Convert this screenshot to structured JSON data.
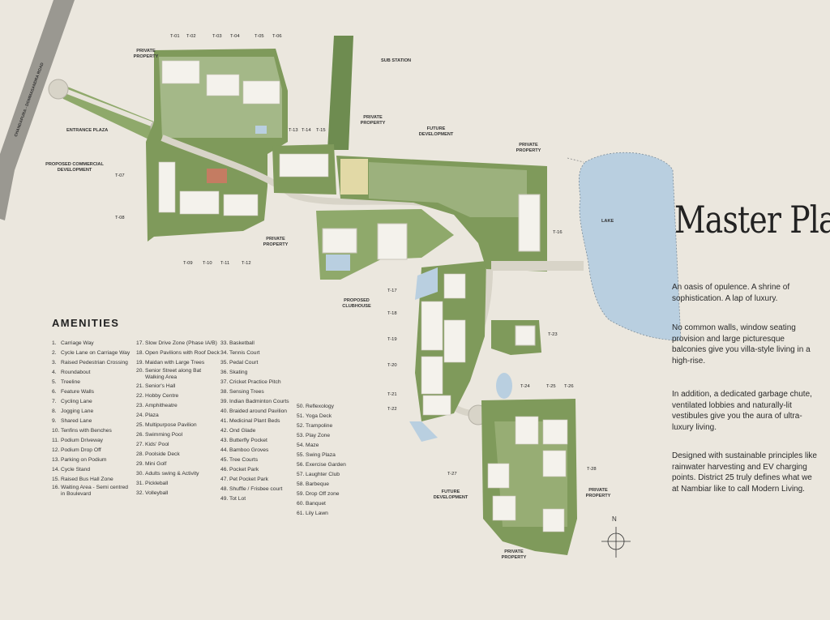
{
  "map": {
    "title": "Master Plan",
    "description": [
      "An oasis of opulence. A shrine of sophistication. A lap of luxury.",
      "No common walls, window seating provision and large picturesque balconies give you villa-style living in a high-rise.",
      "In addition, a dedicated garbage chute, ventilated lobbies and naturally-lit vestibules give you the aura of ultra-luxury living.",
      "Designed with sustainable principles like rainwater harvesting and EV charging points. District 25 truly defines what we at Nambiar like to call Modern Living."
    ],
    "compass": "N",
    "area_labels": {
      "road": "CHANDAPURA - DOMMASANDRA ROAD",
      "entrance_plaza": "ENTRANCE PLAZA",
      "commercial": "PROPOSED COMMERCIAL DEVELOPMENT",
      "private_nw": "PRIVATE PROPERTY",
      "sub_station": "SUB STATION",
      "private_mid": "PRIVATE PROPERTY",
      "future_dev_top": "FUTURE DEVELOPMENT",
      "private_ne": "PRIVATE PROPERTY",
      "lake": "LAKE",
      "private_sw": "PRIVATE PROPERTY",
      "clubhouse": "PROPOSED CLUBHOUSE",
      "future_dev_bottom": "FUTURE DEVELOPMENT",
      "private_se": "PRIVATE PROPERTY",
      "private_s": "PRIVATE PROPERTY"
    },
    "towers": [
      "T-01",
      "T-02",
      "T-03",
      "T-04",
      "T-05",
      "T-06",
      "T-07",
      "T-08",
      "T-09",
      "T-10",
      "T-11",
      "T-12",
      "T-13",
      "T-14",
      "T-15",
      "T-16",
      "T-17",
      "T-18",
      "T-19",
      "T-20",
      "T-21",
      "T-22",
      "T-23",
      "T-24",
      "T-25",
      "T-26",
      "T-27",
      "T-28"
    ],
    "amenities_title": "AMENITIES",
    "amenities": [
      {
        "n": "1.",
        "t": "Carriage Way"
      },
      {
        "n": "2.",
        "t": "Cycle Lane on Carriage Way"
      },
      {
        "n": "3.",
        "t": "Raised Pedestrian Crossing"
      },
      {
        "n": "4.",
        "t": "Roundabout"
      },
      {
        "n": "5.",
        "t": "Treeline"
      },
      {
        "n": "6.",
        "t": "Feature Walls"
      },
      {
        "n": "7.",
        "t": "Cycling Lane"
      },
      {
        "n": "8.",
        "t": "Jogging Lane"
      },
      {
        "n": "9.",
        "t": "Shared Lane"
      },
      {
        "n": "10.",
        "t": "Tenfins with Benches"
      },
      {
        "n": "11.",
        "t": "Podium Driveway"
      },
      {
        "n": "12.",
        "t": "Podium Drop Off"
      },
      {
        "n": "13.",
        "t": "Parking on Podium"
      },
      {
        "n": "14.",
        "t": "Cycle Stand"
      },
      {
        "n": "15.",
        "t": "Raised Bus Hall Zone"
      },
      {
        "n": "16.",
        "t": "Waiting Area - Semi centred in Boulevard"
      },
      {
        "n": "17.",
        "t": "Slow Drive Zone (Phase IA/B)"
      },
      {
        "n": "18.",
        "t": "Open Pavilions with Roof Deck"
      },
      {
        "n": "19.",
        "t": "Maidan with Large Trees"
      },
      {
        "n": "20.",
        "t": "Senior Street along Bat Walking Area"
      },
      {
        "n": "21.",
        "t": "Senior's Hall"
      },
      {
        "n": "22.",
        "t": "Hobby Centre"
      },
      {
        "n": "23.",
        "t": "Amphitheatre"
      },
      {
        "n": "24.",
        "t": "Plaza"
      },
      {
        "n": "25.",
        "t": "Multipurpose Pavilion"
      },
      {
        "n": "26.",
        "t": "Swimming Pool"
      },
      {
        "n": "27.",
        "t": "Kids' Pool"
      },
      {
        "n": "28.",
        "t": "Poolside Deck"
      },
      {
        "n": "29.",
        "t": "Mini Golf"
      },
      {
        "n": "30.",
        "t": "Adults swing & Activity"
      },
      {
        "n": "31.",
        "t": "Pickleball"
      },
      {
        "n": "32.",
        "t": "Volleyball"
      },
      {
        "n": "33.",
        "t": "Basketball"
      },
      {
        "n": "34.",
        "t": "Tennis Court"
      },
      {
        "n": "35.",
        "t": "Pedal Court"
      },
      {
        "n": "36.",
        "t": "Skating"
      },
      {
        "n": "37.",
        "t": "Cricket Practice Pitch"
      },
      {
        "n": "38.",
        "t": "Sensing Trees"
      },
      {
        "n": "39.",
        "t": "Indian Badminton Courts"
      },
      {
        "n": "40.",
        "t": "Braided around Pavilion"
      },
      {
        "n": "41.",
        "t": "Medicinal Plant Beds"
      },
      {
        "n": "42.",
        "t": "Ond Glade"
      },
      {
        "n": "43.",
        "t": "Butterfly Pocket"
      },
      {
        "n": "44.",
        "t": "Bamboo Groves"
      },
      {
        "n": "45.",
        "t": "Tree Courts"
      },
      {
        "n": "46.",
        "t": "Pocket Park"
      },
      {
        "n": "47.",
        "t": "Pet Pocket Park"
      },
      {
        "n": "48.",
        "t": "Shuffle / Frisbee court"
      },
      {
        "n": "49.",
        "t": "Tot Lot"
      },
      {
        "n": "50.",
        "t": "Reflexology"
      },
      {
        "n": "51.",
        "t": "Yoga Deck"
      },
      {
        "n": "52.",
        "t": "Trampoline"
      },
      {
        "n": "53.",
        "t": "Play Zone"
      },
      {
        "n": "54.",
        "t": "Maze"
      },
      {
        "n": "55.",
        "t": "Swing Plaza"
      },
      {
        "n": "56.",
        "t": "Exercise Garden"
      },
      {
        "n": "57.",
        "t": "Laughter Club"
      },
      {
        "n": "58.",
        "t": "Barbeque"
      },
      {
        "n": "59.",
        "t": "Drop Off zone"
      },
      {
        "n": "60.",
        "t": "Banquet"
      },
      {
        "n": "61.",
        "t": "Lily Lawn"
      }
    ],
    "colors": {
      "background": "#ebe7de",
      "grass": "#8fa96b",
      "dark_green": "#5f7d45",
      "water": "#b9cfe0",
      "road": "#d8d4c8",
      "building": "#f4f2ec"
    }
  }
}
